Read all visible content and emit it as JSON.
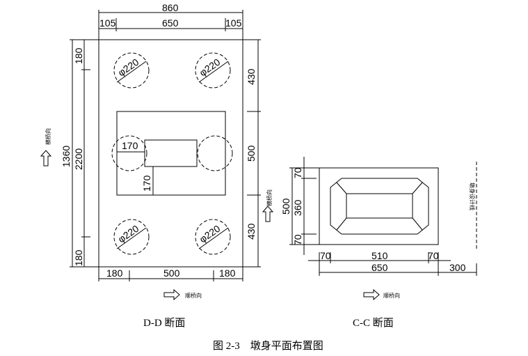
{
  "dd": {
    "top_total": "860",
    "top_parts": [
      "105",
      "650",
      "105"
    ],
    "left": [
      "180",
      "1360",
      "2200",
      "180"
    ],
    "right": [
      "430",
      "500",
      "430"
    ],
    "bottom": [
      "180",
      "500",
      "180"
    ],
    "pile_label": "φ220",
    "inner_dims": [
      "170",
      "170"
    ],
    "dir_bottom": "顺桥向",
    "dir_left": "横桥向",
    "caption": "D-D 断面"
  },
  "cc": {
    "left": [
      "500",
      "70",
      "360",
      "70"
    ],
    "bottom_parts": [
      "70",
      "510",
      "70"
    ],
    "bottom_total": "650",
    "offset": "300",
    "side_note": "墩身设计线",
    "dir_bottom": "顺桥向",
    "dir_left": "横桥向",
    "caption": "C-C 断面"
  },
  "figure_caption": "图 2-3    墩身平面布置图"
}
